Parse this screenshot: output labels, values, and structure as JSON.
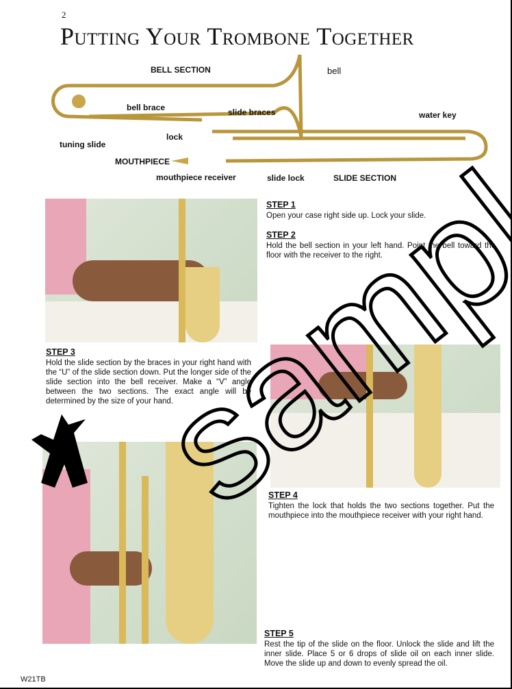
{
  "page_number": "2",
  "title": "Putting Your Trombone Together",
  "diagram_labels": {
    "bell_section": "BELL SECTION",
    "bell": "bell",
    "bell_brace": "bell brace",
    "slide_braces": "slide braces",
    "water_key": "water key",
    "lock": "lock",
    "tuning_slide": "tuning slide",
    "mouthpiece": "MOUTHPIECE",
    "mouthpiece_receiver": "mouthpiece receiver",
    "slide_lock": "slide lock",
    "slide_section": "SLIDE SECTION"
  },
  "steps": [
    {
      "heading": "STEP 1",
      "text": "Open your case right side up. Lock your slide."
    },
    {
      "heading": "STEP 2",
      "text": "Hold the bell section in your left hand. Point the bell toward the floor with the receiver to the right."
    },
    {
      "heading": "STEP 3",
      "text": "Hold the slide section by the braces in your right hand with the “U” of the slide section down. Put the longer side of the slide section into the bell receiver. Make a “V” angle between the two sections. The exact angle will be determined by the size of your hand."
    },
    {
      "heading": "STEP 4",
      "text": "Tighten the lock that holds the two sections together. Put the mouthpiece into the mouthpiece receiver with your right hand."
    },
    {
      "heading": "STEP 5",
      "text": "Rest the tip of the slide on the floor. Unlock the slide and lift the inner slide. Place 5 or 6 drops of slide oil on each inner slide. Move the slide up and down to evenly spread the oil."
    }
  ],
  "watermark": "sample",
  "footer_code": "W21TB",
  "colors": {
    "brass": "#d9b95a",
    "skin": "#8a5a3c",
    "shirt": "#e8a6b6",
    "background": "#d2dfcc"
  }
}
